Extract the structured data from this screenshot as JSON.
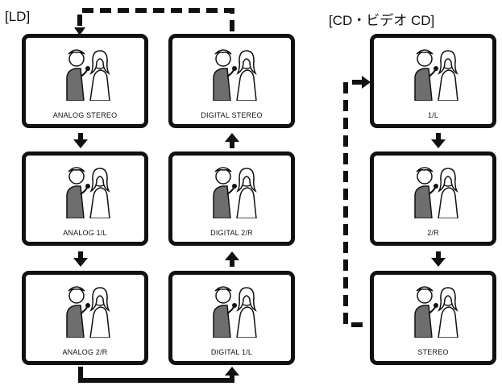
{
  "sections": {
    "ld": {
      "title": "[LD]"
    },
    "cd": {
      "title": "[CD・ビデオ CD]"
    }
  },
  "ld_screens": [
    {
      "label": "ANALOG STEREO"
    },
    {
      "label": "ANALOG 1/L"
    },
    {
      "label": "ANALOG 2/R"
    },
    {
      "label": "DIGITAL STEREO"
    },
    {
      "label": "DIGITAL 2/R"
    },
    {
      "label": "DIGITAL 1/L"
    }
  ],
  "cd_screens": [
    {
      "label": "1/L"
    },
    {
      "label": "2/R"
    },
    {
      "label": "STEREO"
    }
  ],
  "colors": {
    "ink": "#111111",
    "suit": "#6e6e6e",
    "paper": "#ffffff"
  }
}
